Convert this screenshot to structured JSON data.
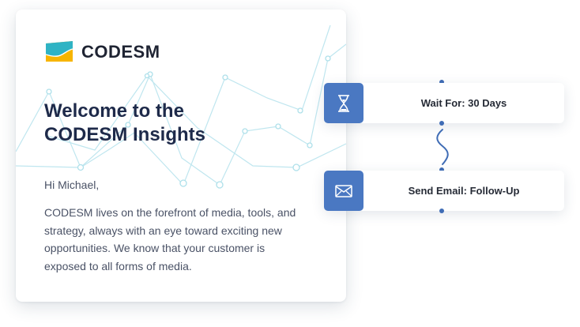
{
  "email": {
    "brand": "CODESM",
    "headline_line1": "Welcome to the",
    "headline_line2": "CODESM Insights",
    "greeting": "Hi Michael,",
    "body": "CODESM lives on the forefront of media, tools, and strategy, always with an eye toward exciting new opportunities. We know that your customer is exposed to all forms of media."
  },
  "workflow": {
    "steps": [
      {
        "icon": "hourglass-icon",
        "label": "Wait For: 30 Days"
      },
      {
        "icon": "envelope-icon",
        "label": "Send Email: Follow-Up"
      }
    ]
  },
  "colors": {
    "accent_blue": "#4a78c2",
    "logo_teal": "#2fb3c4",
    "logo_yellow": "#f7b500",
    "headline": "#1e2a4a",
    "decor_lines": "#bfe6ef"
  }
}
